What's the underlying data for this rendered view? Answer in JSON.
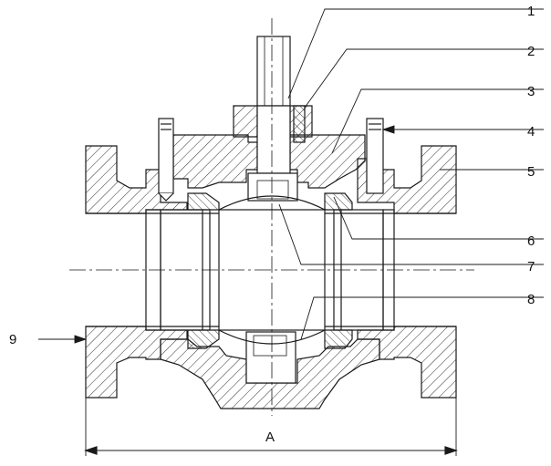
{
  "callouts": [
    {
      "number": "1"
    },
    {
      "number": "2"
    },
    {
      "number": "3"
    },
    {
      "number": "4"
    },
    {
      "number": "5"
    },
    {
      "number": "6"
    },
    {
      "number": "7"
    },
    {
      "number": "8"
    },
    {
      "number": "9"
    }
  ],
  "dimension": {
    "label": "A"
  },
  "colors": {
    "line": "#1a1a1a",
    "hatch": "#1a1a1a",
    "background": "#ffffff"
  }
}
